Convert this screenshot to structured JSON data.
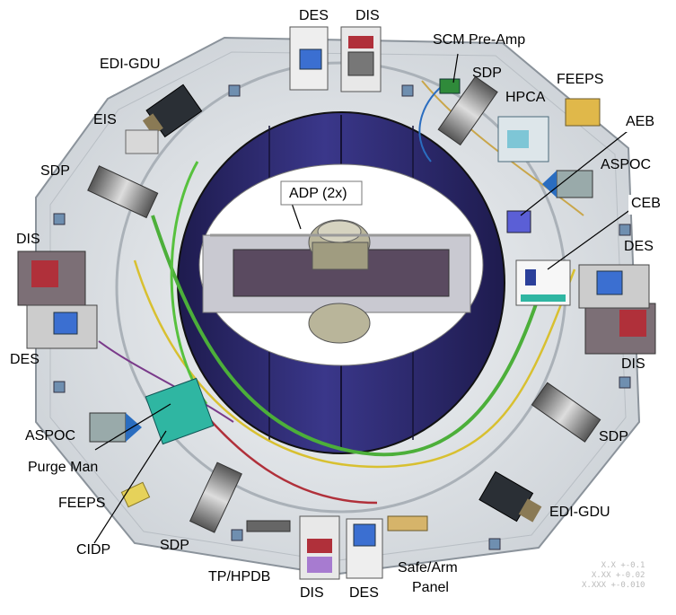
{
  "labels": {
    "des_top": "DES",
    "dis_top": "DIS",
    "scm_preamp": "SCM Pre-Amp",
    "edi_gdu_top": "EDI-GDU",
    "sdp_top_right": "SDP",
    "feeps_top_right": "FEEPS",
    "hpca": "HPCA",
    "eis": "EIS",
    "aeb": "AEB",
    "aspoc_right": "ASPOC",
    "sdp_left": "SDP",
    "adp": "ADP (2x)",
    "ceb": "CEB",
    "dis_left": "DIS",
    "des_right": "DES",
    "des_left": "DES",
    "dis_right": "DIS",
    "aspoc_left": "ASPOC",
    "purge_man": "Purge Man",
    "sdp_bottom_right": "SDP",
    "feeps_left": "FEEPS",
    "edi_gdu_bottom": "EDI-GDU",
    "cidp": "CIDP",
    "sdp_bottom": "SDP",
    "tp_hpdb": "TP/HPDB",
    "safe_arm_1": "Safe/Arm",
    "safe_arm_2": "Panel",
    "dis_bottom": "DIS",
    "des_bottom": "DES"
  },
  "watermark": [
    "X.X +-0.1",
    "X.XX +-0.02",
    "X.XXX +-0.010"
  ],
  "colors": {
    "deck": "#e3e6e9",
    "deck_edge": "#9aa1a8",
    "cylinder": "#2f2c6e",
    "cylinder_dark": "#1e1b4e",
    "inner_floor": "#ffffff",
    "green_box": "#2fb6a2",
    "blue_box": "#3b6fd1",
    "harness_green": "#4caf3a",
    "harness_yellow": "#d8c030",
    "harness_red": "#b0303a"
  }
}
